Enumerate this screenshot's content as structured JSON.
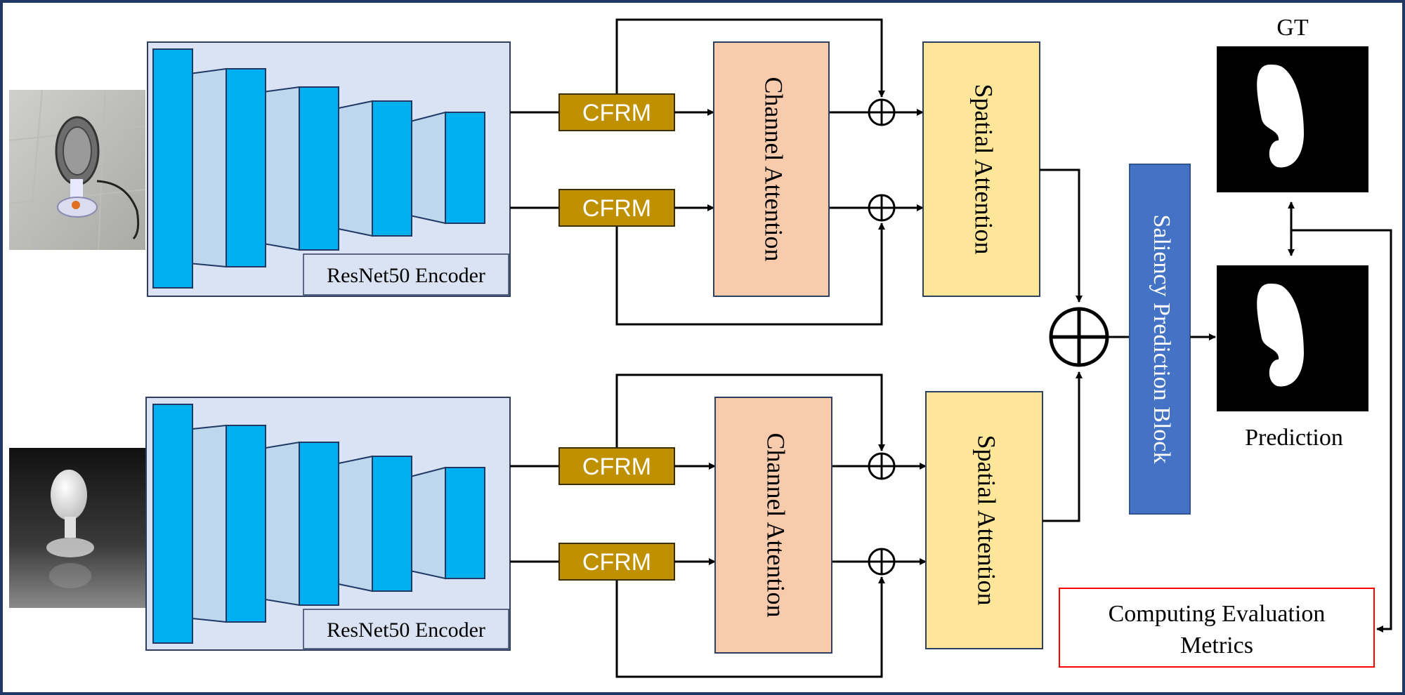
{
  "colors": {
    "frame": "#1f3864",
    "encoder_bg": "#dae3f3",
    "encoder_border": "#2f3f5f",
    "layer_fill": "#00b0f0",
    "layer_border": "#1f3864",
    "trapezoid_fill": "#bdd7ee",
    "cfrm_fill": "#bf9000",
    "cfrm_border": "#3a2d00",
    "channel_fill": "#f8cbad",
    "channel_border": "#2f3f5f",
    "spatial_fill": "#ffe699",
    "spatial_border": "#2f3f5f",
    "saliency_fill": "#4472c4",
    "saliency_border": "#2f5597",
    "eval_border": "#ff0000",
    "line": "#000000"
  },
  "branches": [
    {
      "input_image": "rgb-fan-image",
      "encoder_label": "ResNet50 Encoder",
      "cfrm_labels": [
        "CFRM",
        "CFRM"
      ],
      "channel_label": "Channel Attention",
      "spatial_label": "Spatial Attention"
    },
    {
      "input_image": "depth-fan-image",
      "encoder_label": "ResNet50 Encoder",
      "cfrm_labels": [
        "CFRM",
        "CFRM"
      ],
      "channel_label": "Channel Attention",
      "spatial_label": "Spatial Attention"
    }
  ],
  "saliency_label": "Saliency Prediction Block",
  "gt_label": "GT",
  "prediction_label": "Prediction",
  "eval_label_lines": [
    "Computing Evaluation",
    "Metrics"
  ]
}
